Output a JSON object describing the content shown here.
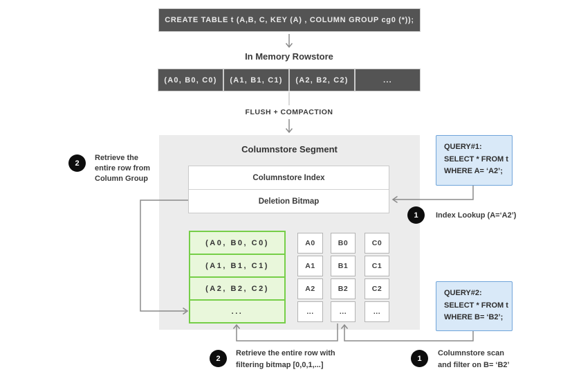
{
  "create_statement": "CREATE TABLE  t (A,B, C, KEY (A) , COLUMN GROUP cg0 (*));",
  "rowstore": {
    "title": "In Memory Rowstore",
    "cells": [
      "(A0, B0, C0)",
      "(A1, B1, C1)",
      "(A2, B2, C2)",
      "..."
    ]
  },
  "flush_label": "FLUSH + COMPACTION",
  "segment": {
    "title": "Columnstore Segment",
    "index_label": "Columnstore Index",
    "bitmap_label": "Deletion Bitmap",
    "column_group_rows": [
      "(A0, B0, C0)",
      "(A1, B1, C1)",
      "(A2, B2, C2)",
      "..."
    ],
    "column_a": [
      "A0",
      "A1",
      "A2",
      "..."
    ],
    "column_b": [
      "B0",
      "B1",
      "B2",
      "..."
    ],
    "column_c": [
      "C0",
      "C1",
      "C2",
      "..."
    ]
  },
  "query1": {
    "lines": [
      "QUERY#1:",
      "SELECT * FROM t",
      "WHERE A= ‘A2’;"
    ]
  },
  "query2": {
    "lines": [
      "QUERY#2:",
      "SELECT * FROM t",
      "WHERE B= ‘B2’;"
    ]
  },
  "annotations": {
    "left": {
      "badge": "2",
      "lines": [
        "Retrieve the",
        "entire row from",
        "Column Group"
      ]
    },
    "index_lookup": {
      "badge": "1",
      "label": "Index Lookup (A=‘A2’)"
    },
    "bottom_left": {
      "badge": "2",
      "lines": [
        "Retrieve the entire row with",
        "filtering bitmap [0,0,1,...]"
      ]
    },
    "bottom_right": {
      "badge": "1",
      "lines": [
        "Columnstore scan",
        "and filter on B= ‘B2’"
      ]
    }
  },
  "colors": {
    "dark_box": "#545454",
    "segment_bg": "#ececec",
    "green_border": "#76ce48",
    "green_fill": "#e9f7db",
    "blue_border": "#6fa4da",
    "blue_fill": "#d9e9f8",
    "badge": "#0d0d0d",
    "wire": "#8a8a8a"
  }
}
